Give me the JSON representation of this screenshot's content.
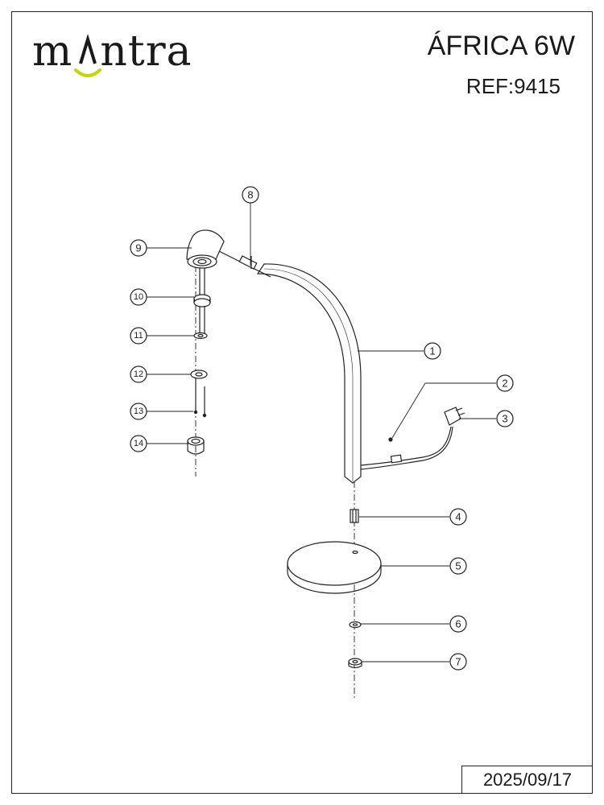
{
  "header": {
    "logo": {
      "before": "m",
      "after": "ntra",
      "accent_color": "#c4d600"
    },
    "title": "ÁFRICA 6W",
    "ref": "REF:9415"
  },
  "footer": {
    "date": "2025/09/17"
  },
  "parts": [
    {
      "id": "1",
      "label": "1"
    },
    {
      "id": "2",
      "label": "2"
    },
    {
      "id": "3",
      "label": "3"
    },
    {
      "id": "4",
      "label": "4"
    },
    {
      "id": "5",
      "label": "5"
    },
    {
      "id": "6",
      "label": "6"
    },
    {
      "id": "7",
      "label": "7"
    },
    {
      "id": "8",
      "label": "8"
    },
    {
      "id": "9",
      "label": "9"
    },
    {
      "id": "10",
      "label": "10"
    },
    {
      "id": "11",
      "label": "11"
    },
    {
      "id": "12",
      "label": "12"
    },
    {
      "id": "13",
      "label": "13"
    },
    {
      "id": "14",
      "label": "14"
    }
  ]
}
